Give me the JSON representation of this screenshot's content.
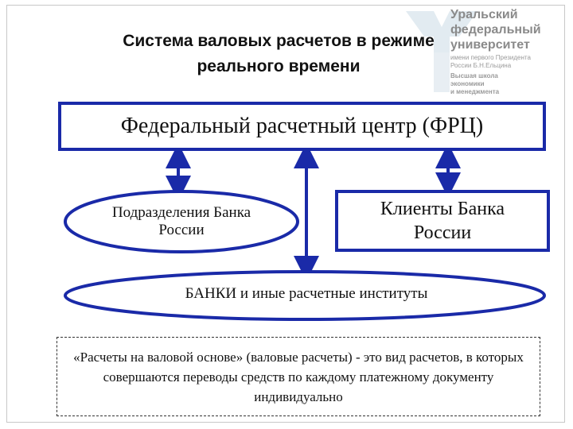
{
  "title": "Система валовых расчетов в режиме реального времени",
  "logo": {
    "line1": "Уральский",
    "line2": "федеральный",
    "line3": "университет",
    "line4": "имени первого Президента",
    "line5": "России Б.Н.Ельцина",
    "line6": "Высшая школа",
    "line7": "экономики",
    "line8": "и менеджмента"
  },
  "diagram": {
    "frc": "Федеральный расчетный центр (ФРЦ)",
    "subdivisions": "Подразделения Банка России",
    "clients": "Клиенты Банка России",
    "banks": "БАНКИ и иные расчетные институты"
  },
  "definition": "«Расчеты на валовой основе» (валовые расчеты) - это вид расчетов, в которых совершаются переводы средств по каждому платежному документу индивидуально",
  "colors": {
    "accent": "#1a2aa8",
    "logo": "#8a8a8a"
  }
}
